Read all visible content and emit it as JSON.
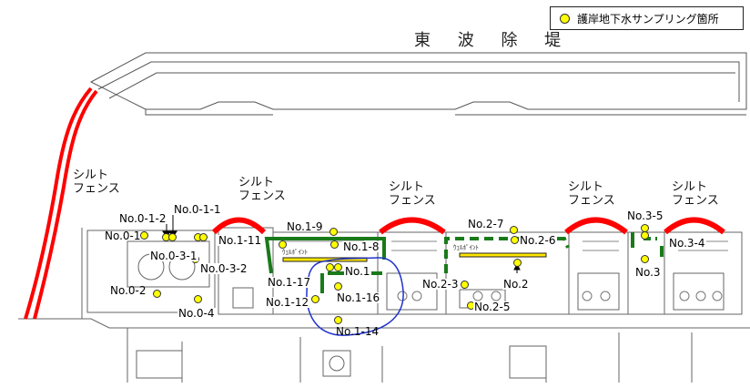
{
  "title": "東 波 除 堤",
  "legend": {
    "label": "護岸地下水サンプリング箇所",
    "marker_color": "#ffff00"
  },
  "silt_fence_labels": [
    {
      "text": "シルト\nフェンス"
    },
    {
      "text": "シルト\nフェンス"
    },
    {
      "text": "シルト\nフェンス"
    },
    {
      "text": "シルト\nフェンス"
    },
    {
      "text": "シルト\nフェンス"
    }
  ],
  "wellpoint_labels": [
    "ｳｪﾙﾎﾟｲﾝﾄ",
    "ｳｪﾙﾎﾟｲﾝﾄ"
  ],
  "sampling_points": [
    "No.0-1",
    "No.0-1-2",
    "No.0-1-1",
    "No.0-3-1",
    "No.0-3-2",
    "No.0-2",
    "No.0-4",
    "No.1-11",
    "No.1-9",
    "No.1-8",
    "No.1-17",
    "No.1",
    "No.1-12",
    "No.1-16",
    "No.1-14",
    "No.2-7",
    "No.2-6",
    "No.2-3",
    "No.2",
    "No.2-5",
    "No.3-5",
    "No.3-4",
    "No.3"
  ],
  "colors": {
    "silt_fence": "#ff0000",
    "pier_line": "#1a7a1a",
    "wellpoint": "#ffe600",
    "blue_area": "#2233cc"
  }
}
